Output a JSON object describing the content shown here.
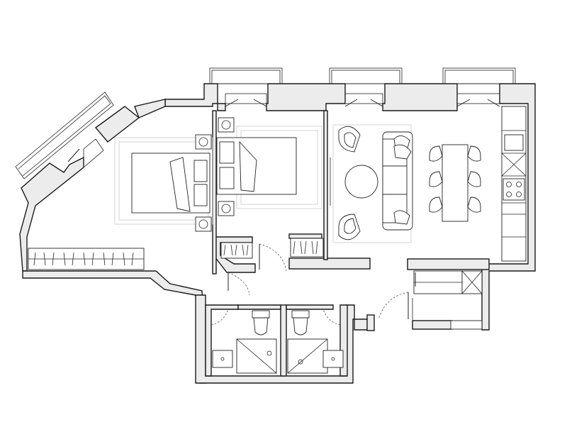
{
  "plan": {
    "colors": {
      "wall_fill": "#ececec",
      "wall_stroke": "#1a1a1a",
      "furniture_line": "#222222",
      "background": "#ffffff"
    },
    "rooms": [
      "bedroom-1",
      "bedroom-2",
      "living-room",
      "kitchen",
      "bathroom-1",
      "bathroom-2",
      "hallway"
    ]
  }
}
